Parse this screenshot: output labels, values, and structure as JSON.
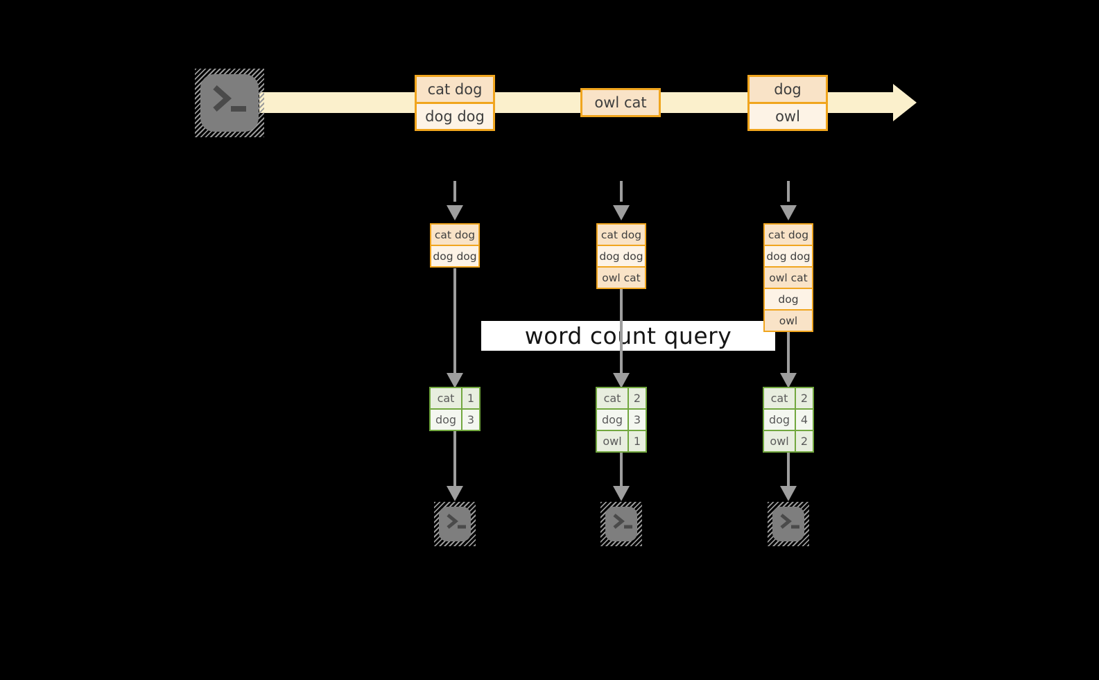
{
  "query_label": "word count query",
  "stream": {
    "batches": [
      {
        "lines": [
          "cat dog",
          "dog dog"
        ]
      },
      {
        "lines": [
          "owl cat"
        ]
      },
      {
        "lines": [
          "dog",
          "owl"
        ]
      }
    ]
  },
  "columns": [
    {
      "buffer": [
        "cat dog",
        "dog dog"
      ],
      "counts": [
        {
          "word": "cat",
          "count": "1"
        },
        {
          "word": "dog",
          "count": "3"
        }
      ]
    },
    {
      "buffer": [
        "cat dog",
        "dog dog",
        "owl cat"
      ],
      "counts": [
        {
          "word": "cat",
          "count": "2"
        },
        {
          "word": "dog",
          "count": "3"
        },
        {
          "word": "owl",
          "count": "1"
        }
      ]
    },
    {
      "buffer": [
        "cat dog",
        "dog dog",
        "owl cat",
        "dog",
        "owl"
      ],
      "counts": [
        {
          "word": "cat",
          "count": "2"
        },
        {
          "word": "dog",
          "count": "4"
        },
        {
          "word": "owl",
          "count": "2"
        }
      ]
    }
  ],
  "icons": {
    "source": "terminal-icon",
    "sinks": [
      "terminal-icon",
      "terminal-icon",
      "terminal-icon"
    ]
  },
  "colors": {
    "background": "#000000",
    "stream_band": "#FBF0CC",
    "box_border": "#F0A51E",
    "box_fill_dark": "#F9E3C7",
    "box_fill_light": "#FDF3E6",
    "table_border": "#71A73E",
    "table_fill_dark": "#E8EEDF",
    "table_fill_light": "#F4F7F0",
    "arrow_gray": "#9E9E9E",
    "terminal_gray": "#7E7E7E",
    "query_label_bg": "#FFFFFF"
  }
}
